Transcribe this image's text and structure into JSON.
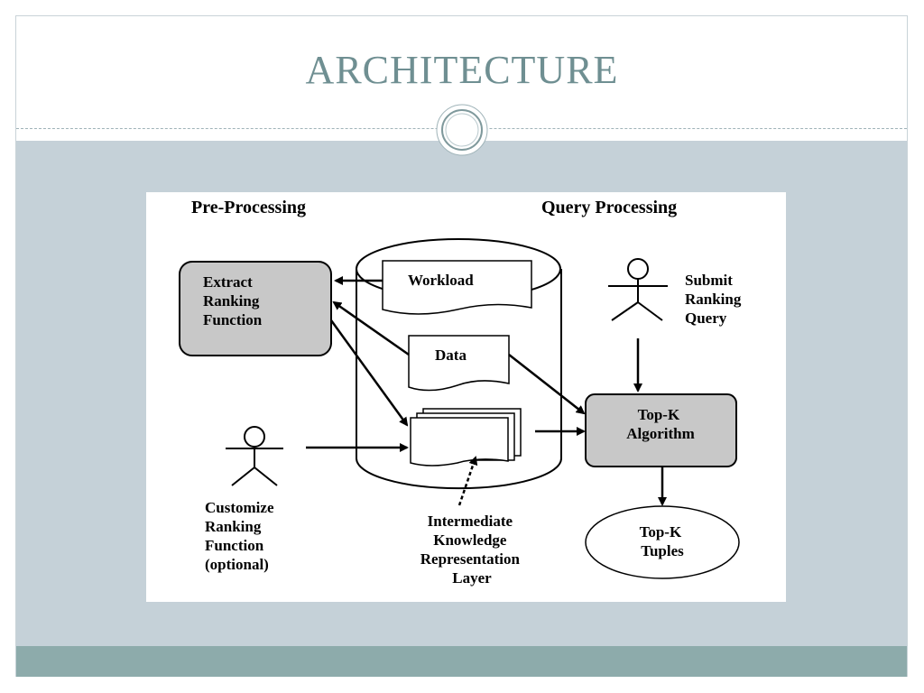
{
  "slide": {
    "title": "ARCHITECTURE"
  },
  "diagram": {
    "section_preprocessing": "Pre-Processing",
    "section_queryprocessing": "Query Processing",
    "extract": [
      "Extract",
      "Ranking",
      "Function"
    ],
    "workload": "Workload",
    "data": "Data",
    "submit": [
      "Submit",
      "Ranking",
      "Query"
    ],
    "topk_algorithm": [
      "Top-K",
      "Algorithm"
    ],
    "topk_tuples": [
      "Top-K",
      "Tuples"
    ],
    "customize": [
      "Customize",
      "Ranking",
      "Function",
      "(optional)"
    ],
    "intermediate": [
      "Intermediate",
      "Knowledge",
      "Representation",
      "Layer"
    ]
  },
  "colors": {
    "title": "#6f8f92",
    "content_bg": "#c5d1d8",
    "bottom_band": "#8dabab",
    "process_box": "#c8c8c8"
  }
}
